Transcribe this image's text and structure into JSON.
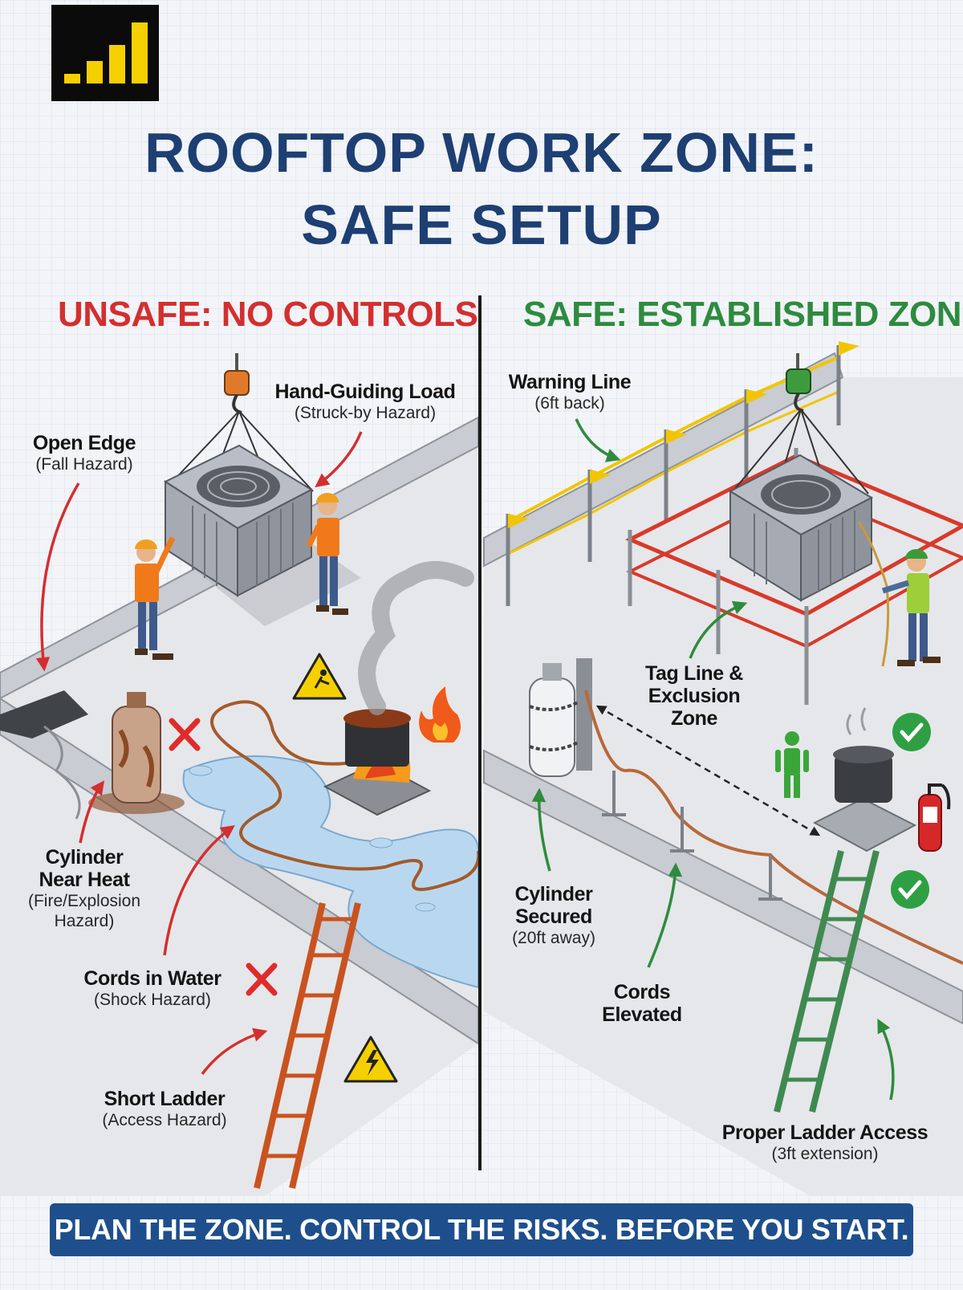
{
  "title": {
    "line1": "ROOFTOP WORK ZONE:",
    "line2": "SAFE SETUP"
  },
  "unsafe": {
    "heading": "UNSAFE: NO CONTROLS",
    "color": "#d32f2f",
    "labels": {
      "hand_guiding": {
        "title": "Hand-Guiding Load",
        "note": "(Struck-by Hazard)"
      },
      "open_edge": {
        "title": "Open Edge",
        "note": "(Fall Hazard)"
      },
      "cylinder": {
        "title1": "Cylinder",
        "title2": "Near Heat",
        "note1": "(Fire/Explosion",
        "note2": "Hazard)"
      },
      "cords": {
        "title": "Cords in Water",
        "note": "(Shock Hazard)"
      },
      "ladder": {
        "title": "Short Ladder",
        "note": "(Access Hazard)"
      }
    }
  },
  "safe": {
    "heading": "SAFE: ESTABLISHED ZONE",
    "color": "#2e8b3e",
    "labels": {
      "warning_line": {
        "title": "Warning Line",
        "note": "(6ft back)"
      },
      "tag_line": {
        "line1": "Tag Line &",
        "line2": "Exclusion",
        "line3": "Zone"
      },
      "cylinder": {
        "title1": "Cylinder",
        "title2": "Secured",
        "note": "(20ft away)"
      },
      "cords": {
        "line1": "Cords",
        "line2": "Elevated"
      },
      "ladder": {
        "title": "Proper Ladder Access",
        "note": "(3ft extension)"
      }
    }
  },
  "banner": "PLAN THE ZONE. CONTROL THE RISKS. BEFORE YOU START.",
  "colors": {
    "title": "#1d3f72",
    "unsafe": "#d32f2f",
    "safe": "#2e8b3e",
    "banner": "#1e4f8c",
    "logo_bar": "#f5d000"
  },
  "icons": [
    "logo-bars-icon",
    "slip-warning-icon",
    "fire-icon",
    "electric-warning-icon",
    "cross-mark-icon",
    "check-mark-icon",
    "worker-icon",
    "fire-extinguisher-icon"
  ]
}
